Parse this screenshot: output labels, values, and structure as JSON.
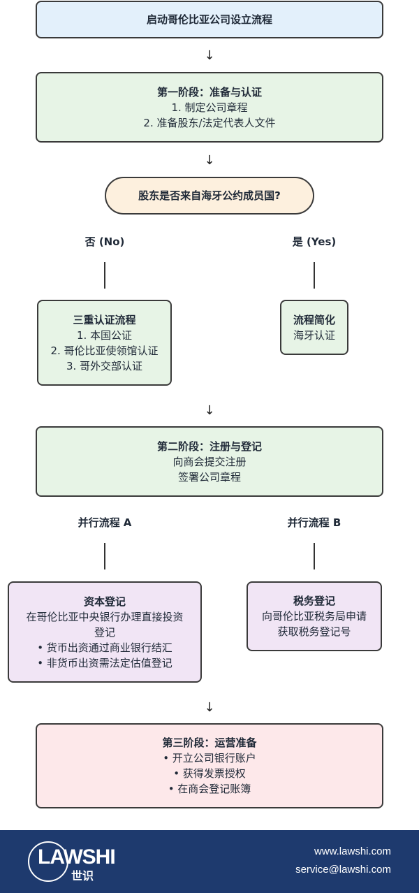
{
  "start": {
    "title": "启动哥伦比亚公司设立流程"
  },
  "arrow_glyph": "↓",
  "stage1": {
    "title": "第一阶段：准备与认证",
    "lines": [
      "1. 制定公司章程",
      "2. 准备股东/法定代表人文件"
    ]
  },
  "decision": {
    "text": "股东是否来自海牙公约成员国?"
  },
  "branch_no": {
    "label": "否 (No)",
    "title": "三重认证流程",
    "lines": [
      "1. 本国公证",
      "2. 哥伦比亚使领馆认证",
      "3. 哥外交部认证"
    ]
  },
  "branch_yes": {
    "label": "是 (Yes)",
    "title": "流程简化",
    "lines": [
      "海牙认证"
    ]
  },
  "stage2": {
    "title": "第二阶段：注册与登记",
    "lines": [
      "向商会提交注册",
      "签署公司章程"
    ]
  },
  "parallel_a": {
    "label": "并行流程 A",
    "title": "资本登记",
    "lines": [
      "在哥伦比亚中央银行办理直接投资",
      "登记",
      "• 货币出资通过商业银行结汇",
      "• 非货币出资需法定估值登记"
    ]
  },
  "parallel_b": {
    "label": "并行流程 B",
    "title": "税务登记",
    "lines": [
      "向哥伦比亚税务局申请",
      "获取税务登记号"
    ]
  },
  "stage3": {
    "title": "第三阶段：运营准备",
    "lines": [
      "• 开立公司银行账户",
      "• 获得发票授权",
      "• 在商会登记账簿"
    ]
  },
  "footer": {
    "logo_text": "LAWSHI",
    "logo_cn": "世识",
    "website": "www.lawshi.com",
    "email": "service@lawshi.com"
  },
  "colors": {
    "blue": "#e3f0fb",
    "green": "#e7f4e6",
    "orange": "#fdf0de",
    "purple": "#f1e5f5",
    "pink": "#fde8ea",
    "footer": "#1e3a6e"
  }
}
